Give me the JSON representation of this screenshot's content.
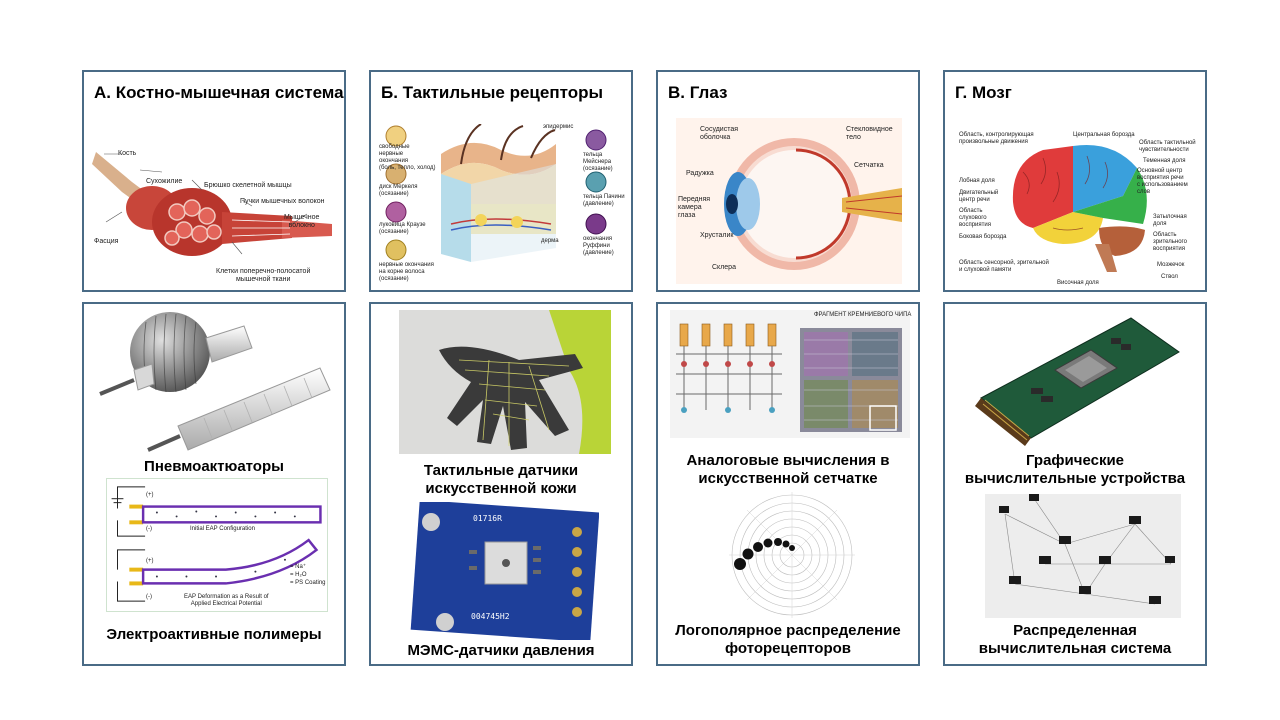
{
  "panels": {
    "a": {
      "title": "А. Костно-мышечная система",
      "labels": [
        "Кость",
        "Сухожилие",
        "Брюшко скелетной мышцы",
        "Пучки мышечных волокон",
        "Мышечное\nволокно",
        "Фасция",
        "Клетки поперечно-полосатой\nмышечной ткани"
      ]
    },
    "b": {
      "title": "Б. Тактильные  рецепторы",
      "labels": [
        "эпидермис",
        "свободные\nнервные\nокончания\n(боль, тепло, холод)",
        "тельца Мейснера\n(осязание)",
        "диск Меркеля\n(осязание)",
        "тельца Пачини\n(давление)",
        "луковица Краузе\n(осязание)",
        "окончания Руффини\n(давление)",
        "нервные окончания\nна корне волоса\n(осязание)",
        "дерма"
      ]
    },
    "c": {
      "title": "В. Глаз",
      "labels": [
        "Сосудистая\nоболочка",
        "Стекловидное\nтело",
        "Радужка",
        "Сетчатка",
        "Передняя\nкамера\nглаза",
        "Хрусталик",
        "Склера"
      ]
    },
    "d": {
      "title": "Г. Мозг",
      "labels": [
        "Область, контролирующая\nпроизвольные движения",
        "Центральная борозда",
        "Область тактильной\nчувствительности",
        "Теменная доля",
        "Основной центр\nвосприятия речи\nс использованием\nслов",
        "Лобная доля",
        "Двигательный\nцентр речи",
        "Область\nслухового\nвосприятия",
        "Затылочная\nдоля",
        "Область\nзрительного\nвосприятия",
        "Боковая борозда",
        "Мозжечок",
        "Область сенсорной, зрительной\nи слуховой памяти",
        "Височная доля",
        "Ствол"
      ]
    }
  },
  "captions": {
    "pneumo": "Пневмоактюаторы",
    "eap": "Электроактивные полимеры",
    "eap_labels": {
      "plus": "(+)",
      "minus": "(-)",
      "initial": "Initial EAP Configuration",
      "deformation": "EAP Deformation as a Result of\nApplied Electrical Potential",
      "legend1": "= Na⁺",
      "legend2": "= H₂O",
      "legend3": "= PS Coating"
    },
    "skin": "Тактильные  датчики\nискусственной кожи",
    "mems": "МЭМС-датчики давления",
    "mems_labels": [
      "01716R",
      "004745H2"
    ],
    "retina": "Аналоговые вычисления в\nискусственной сетчатке",
    "retina_labels": [
      "ФРАГМЕНТ КРЕМНИЕВОГО ЧИПА"
    ],
    "logpolar": "Логополярное распределение\nфоторецепторов",
    "gpu": "Графические\nвычислительные устройства",
    "distributed": "Распределенная\nвычислительная система"
  },
  "colors": {
    "border": "#4a6b86",
    "brain_frontal": "#e03b3b",
    "brain_parietal": "#3aa0dc",
    "brain_temporal": "#f2d23a",
    "brain_occipital": "#36b04a",
    "brain_cerebellum": "#b5603a",
    "pcb": "#1f5a3a",
    "mems_board": "#1e3f9a"
  }
}
